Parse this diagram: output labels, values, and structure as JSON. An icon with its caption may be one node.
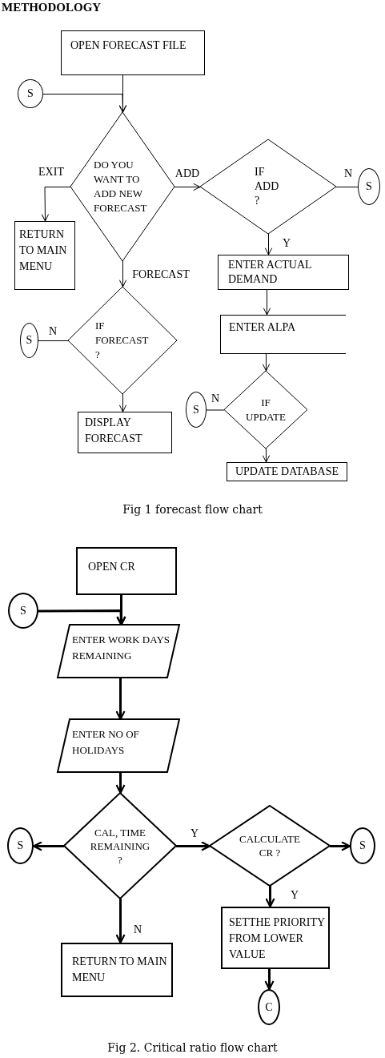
{
  "diagram": {
    "title": "METHODOLOGY",
    "nodes": [
      {
        "text": [
          "OPEN FORECAST FILE"
        ]
      },
      {
        "text": [
          "S"
        ]
      },
      {
        "text": [
          "DO YOU WANT TO ADD NEW FORECAST"
        ]
      },
      {
        "text": [
          "RETURN TO MAIN MENU"
        ]
      },
      {
        "text": [
          "IF ADD ?"
        ]
      },
      {
        "text": [
          "S"
        ]
      },
      {
        "text": [
          "ENTER ACTUAL DEMAND"
        ]
      },
      {
        "text": [
          "IF FORECAST ?"
        ]
      },
      {
        "text": [
          "S"
        ]
      },
      {
        "text": [
          "DISPLAY FORECAST"
        ]
      },
      {
        "text": [
          "ENTER ALPA"
        ]
      },
      {
        "text": [
          "IF UPDATE"
        ]
      },
      {
        "text": [
          "S"
        ]
      },
      {
        "text": [
          "UPDATE DATABASE"
        ]
      },
      {
        "text": [
          "OPEN CR"
        ]
      },
      {
        "text": [
          "S"
        ]
      },
      {
        "text": [
          "ENTER WORK DAYS REMAINING"
        ]
      },
      {
        "text": [
          "ENTER NO OF HOLIDAYS"
        ]
      },
      {
        "text": [
          "CAL, TIME REMAINING ?"
        ]
      },
      {
        "text": [
          "S"
        ]
      },
      {
        "text": [
          "CALCULATE CR ?"
        ]
      },
      {
        "text": [
          "S"
        ]
      },
      {
        "text": [
          "SETTHE PRIORITY FROM LOWER VALUE"
        ]
      },
      {
        "text": [
          "C"
        ]
      },
      {
        "text": [
          "RETURN TO MAIN MENU"
        ]
      }
    ],
    "edges": [
      {
        "from": 0,
        "to": 2,
        "arrow": "to"
      },
      {
        "from": 1,
        "to": 2,
        "arrow": "to"
      },
      {
        "from": 2,
        "to": 3,
        "label": "EXIT",
        "arrow": "to"
      },
      {
        "from": 2,
        "to": 4,
        "label": "ADD",
        "arrow": "to"
      },
      {
        "from": 4,
        "to": 5,
        "label": "N",
        "arrow": "none"
      },
      {
        "from": 4,
        "to": 6,
        "label": "Y",
        "arrow": "to"
      },
      {
        "from": 2,
        "to": 7,
        "label": "FORECAST",
        "arrow": "to"
      },
      {
        "from": 7,
        "to": 8,
        "label": "N",
        "arrow": "none"
      },
      {
        "from": 7,
        "to": 9,
        "arrow": "to"
      },
      {
        "from": 6,
        "to": 10,
        "arrow": "to"
      },
      {
        "from": 10,
        "to": 11,
        "arrow": "to"
      },
      {
        "from": 11,
        "to": 12,
        "label": "N",
        "arrow": "none"
      },
      {
        "from": 11,
        "to": 13,
        "arrow": "to"
      },
      {
        "from": 14,
        "to": 16,
        "arrow": "to",
        "style": "thick"
      },
      {
        "from": 15,
        "to": 16,
        "arrow": "to",
        "style": "thick"
      },
      {
        "from": 16,
        "to": 17,
        "arrow": "to",
        "style": "thick"
      },
      {
        "from": 17,
        "to": 18,
        "arrow": "to",
        "style": "thick"
      },
      {
        "from": 18,
        "to": 19,
        "arrow": "to",
        "style": "thick"
      },
      {
        "from": 18,
        "to": 20,
        "label": "Y",
        "arrow": "to",
        "style": "thick"
      },
      {
        "from": 20,
        "to": 21,
        "arrow": "to",
        "style": "thick"
      },
      {
        "from": 20,
        "to": 22,
        "label": "Y",
        "arrow": "to",
        "style": "thick"
      },
      {
        "from": 22,
        "to": 23,
        "arrow": "to",
        "style": "thick"
      },
      {
        "from": 18,
        "to": 24,
        "label": "N",
        "arrow": "to",
        "style": "thick"
      }
    ],
    "labels": [
      "Fig 1 forecast flow chart",
      "Fig 2. Critical ratio flow chart"
    ]
  }
}
